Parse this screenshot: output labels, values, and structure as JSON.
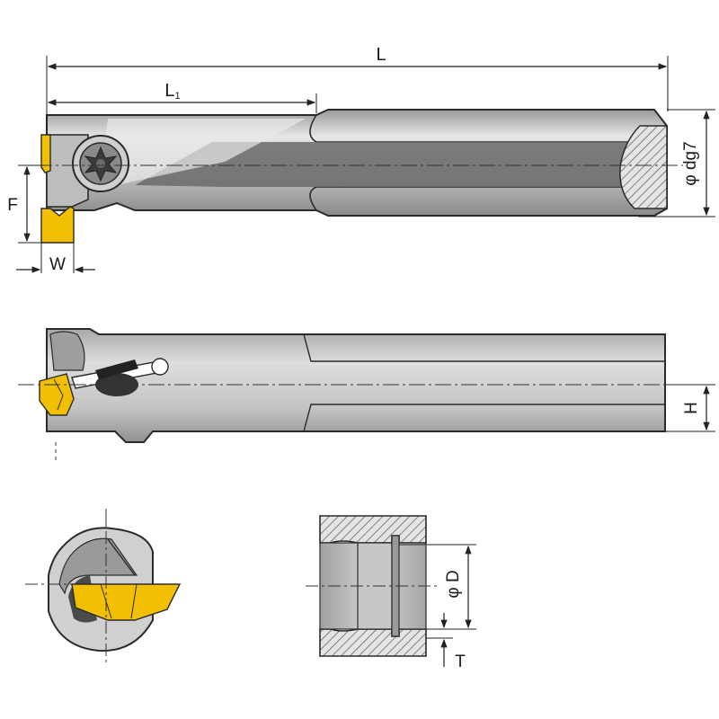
{
  "dimensions": {
    "overall_length": "L",
    "cutting_length": "L",
    "cutting_length_sub": "1",
    "shank_diameter": "φ dg7",
    "height": "H",
    "offset": "F",
    "width": "W",
    "bore_diameter": "φ D",
    "groove_depth": "T"
  },
  "colors": {
    "body_light": "#d8d8d8",
    "body_mid": "#b5b5b5",
    "body_dark": "#6e6e6e",
    "insert": "#f2c000",
    "outline": "#2a2a2a",
    "hatch": "#444444"
  },
  "icons": {
    "clamp_screw": "torx-screw-icon"
  }
}
